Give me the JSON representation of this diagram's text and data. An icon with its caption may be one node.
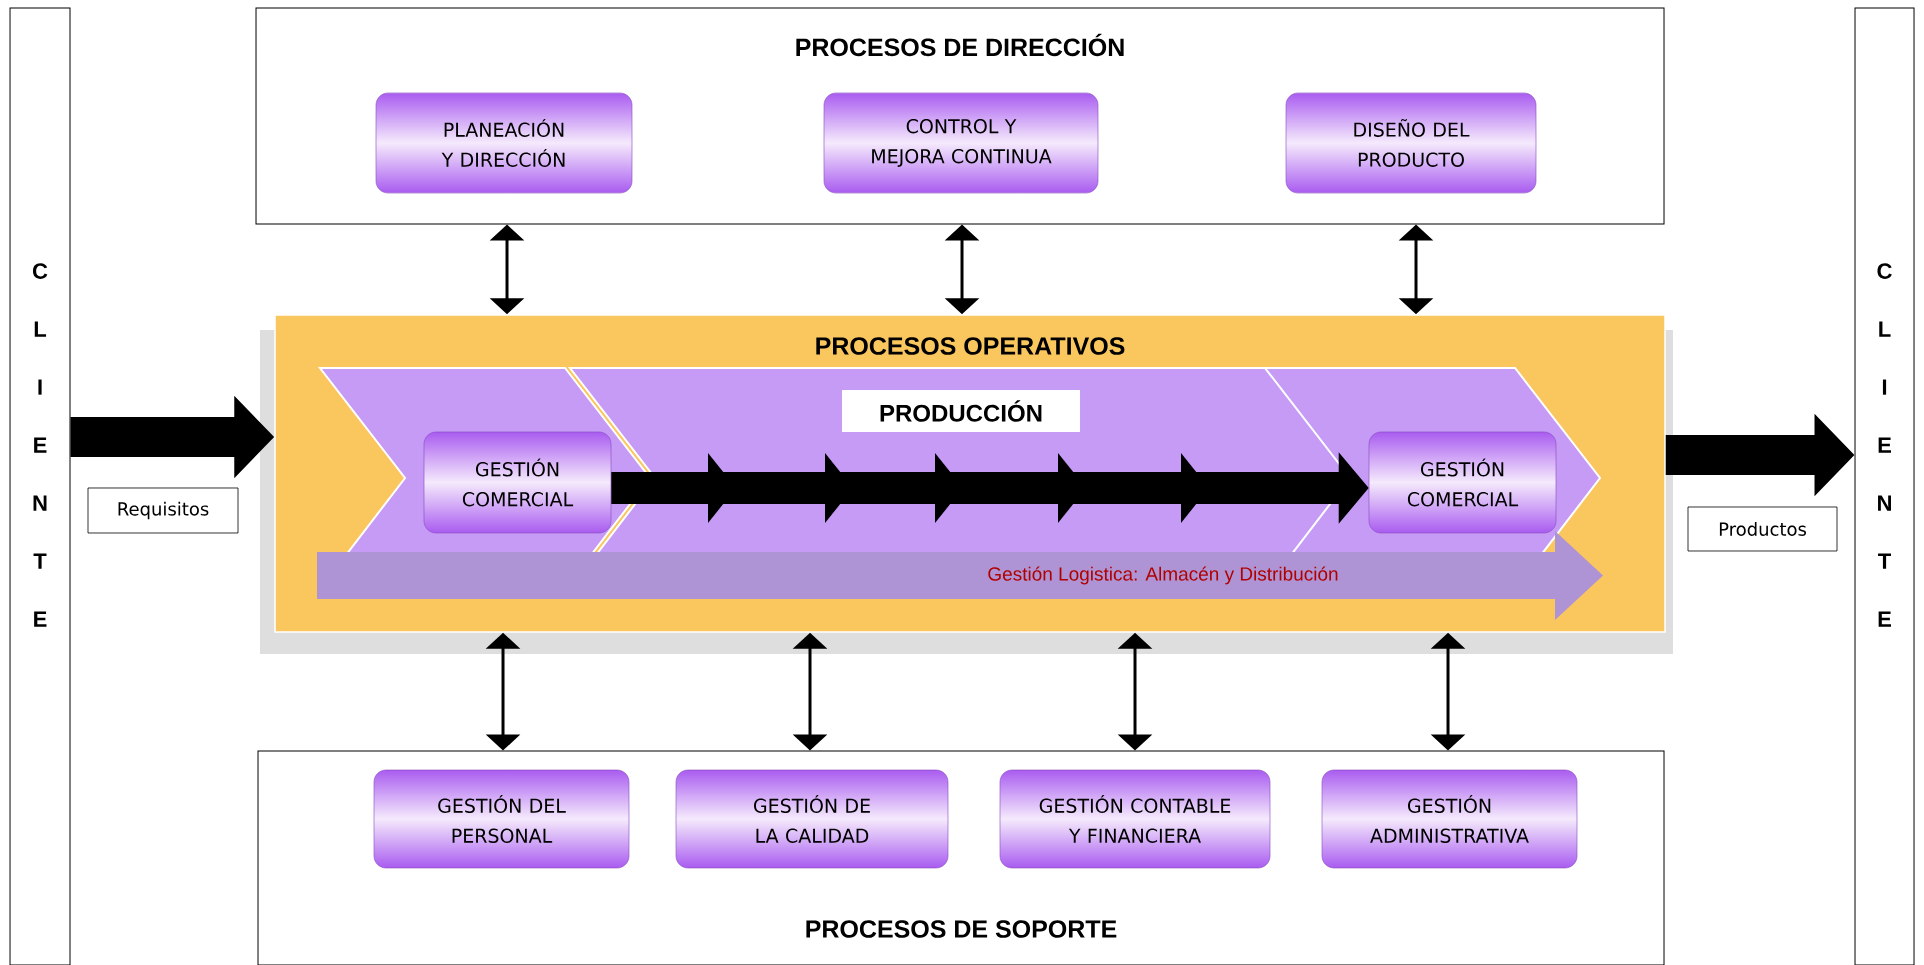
{
  "diagram": {
    "nodes": [
      {
        "text": [
          "C L I E N T E"
        ]
      },
      {
        "text": [
          "PROCESOS DE DIRECCIÓN"
        ]
      },
      {
        "text": [
          "PLANEACIÓN Y DIRECCIÓN"
        ],
        "in": 1
      },
      {
        "text": [
          "CONTROL Y MEJORA CONTINUA"
        ],
        "in": 1
      },
      {
        "text": [
          "DISEÑO DEL PRODUCTO"
        ],
        "in": 1
      },
      {
        "text": [
          "PROCESOS OPERATIVOS"
        ]
      },
      {
        "text": [
          "PRODUCCIÓN"
        ],
        "in": 5
      },
      {
        "text": [
          "GESTIÓN COMERCIAL"
        ],
        "in": 5
      },
      {
        "text": [
          "GESTIÓN COMERCIAL"
        ],
        "in": 5
      },
      {
        "text": [
          "Gestión Logistica: Almacén y Distribución"
        ],
        "in": 5
      },
      {
        "text": [
          "PROCESOS DE SOPORTE"
        ]
      },
      {
        "text": [
          "GESTIÓN DEL PERSONAL"
        ],
        "in": 10
      },
      {
        "text": [
          "GESTIÓN DE LA CALIDAD"
        ],
        "in": 10
      },
      {
        "text": [
          "GESTIÓN CONTABLE Y FINANCIERA"
        ],
        "in": 10
      },
      {
        "text": [
          "GESTIÓN ADMINISTRATIVA"
        ],
        "in": 10
      },
      {
        "text": [
          "C L I E N T E"
        ]
      },
      {
        "text": [
          "Requisitos"
        ]
      },
      {
        "text": [
          "Productos"
        ]
      }
    ],
    "edges": [
      {
        "from": 0,
        "to": 5,
        "arrow": "to",
        "style": "thick"
      },
      {
        "from": 1,
        "to": 5,
        "arrow": "both"
      },
      {
        "from": 1,
        "to": 5,
        "arrow": "both"
      },
      {
        "from": 1,
        "to": 5,
        "arrow": "both"
      },
      {
        "from": 5,
        "to": 10,
        "arrow": "both"
      },
      {
        "from": 5,
        "to": 10,
        "arrow": "both"
      },
      {
        "from": 5,
        "to": 10,
        "arrow": "both"
      },
      {
        "from": 5,
        "to": 10,
        "arrow": "both"
      },
      {
        "from": 7,
        "to": 8,
        "arrow": "to",
        "style": "thick"
      },
      {
        "from": 5,
        "to": 15,
        "arrow": "to",
        "style": "thick"
      }
    ]
  }
}
